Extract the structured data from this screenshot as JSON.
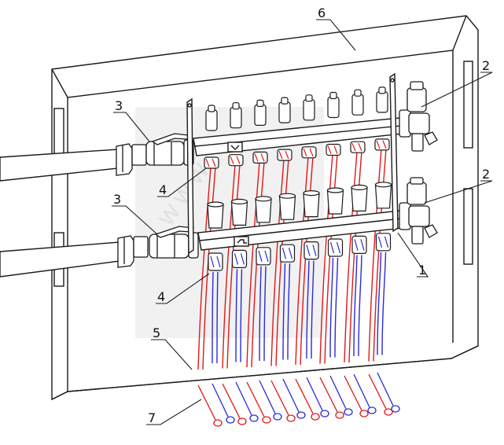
{
  "figure": {
    "labels": [
      {
        "id": "1",
        "text": "1"
      },
      {
        "id": "2a",
        "text": "2"
      },
      {
        "id": "2b",
        "text": "2"
      },
      {
        "id": "3a",
        "text": "3"
      },
      {
        "id": "3b",
        "text": "3"
      },
      {
        "id": "4a",
        "text": "4"
      },
      {
        "id": "4b",
        "text": "4"
      },
      {
        "id": "5",
        "text": "5"
      },
      {
        "id": "6",
        "text": "6"
      },
      {
        "id": "7",
        "text": "7"
      }
    ],
    "watermark": "www",
    "outlet_count": 8,
    "colors": {
      "outline": "#1a1a1a",
      "supply_pipe": "#e01818",
      "return_pipe": "#2a2ad8",
      "watermark_panel": "#ececec",
      "background": "#ffffff"
    }
  }
}
